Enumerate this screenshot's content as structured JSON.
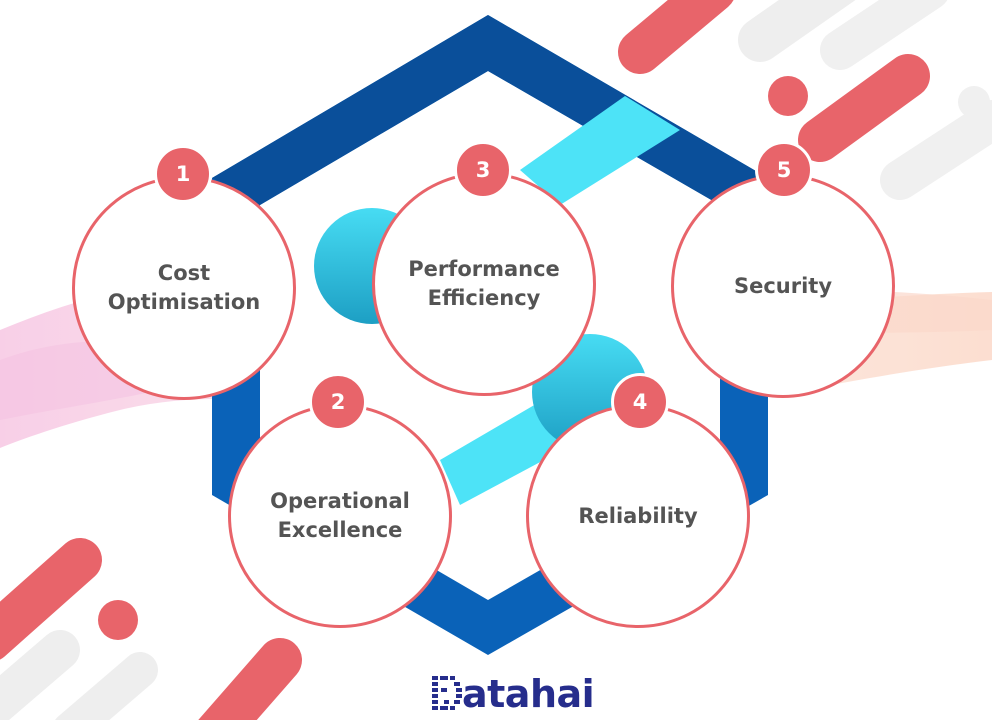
{
  "diagram": {
    "pillars": [
      {
        "number": "1",
        "label": "Cost\nOptimisation"
      },
      {
        "number": "2",
        "label": "Operational\nExcellence"
      },
      {
        "number": "3",
        "label": "Performance\nEfficiency"
      },
      {
        "number": "4",
        "label": "Reliability"
      },
      {
        "number": "5",
        "label": "Security"
      }
    ]
  },
  "logo": {
    "text": "atahai",
    "full_name": "Datahai"
  },
  "colors": {
    "accent_red": "#e8646a",
    "hexagon_blue": "#0a62b8",
    "hexagon_light": "#4de3f7",
    "label_text": "#545454",
    "logo_text": "#262d8c"
  }
}
